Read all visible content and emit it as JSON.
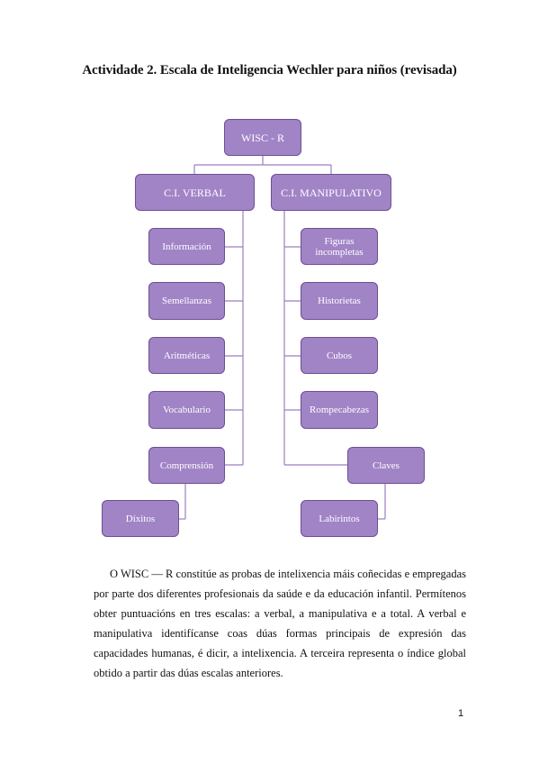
{
  "title": "Actividade 2. Escala de Inteligencia Wechler para niños (revisada)",
  "diagram": {
    "root": "WISC - R",
    "verbal": {
      "label": "C.I. VERBAL",
      "items": [
        "Información",
        "Semellanzas",
        "Aritméticas",
        "Vocabulario",
        "Comprensión"
      ],
      "extra": "Díxitos"
    },
    "manipulativo": {
      "label": "C.I. MANIPULATIVO",
      "items": [
        "Figuras incompletas",
        "Historietas",
        "Cubos",
        "Rompecabezas",
        "Claves"
      ],
      "extra": "Labirintos"
    },
    "colors": {
      "fill": "#a184c6",
      "border": "#6d4f93",
      "line": "#9b7fc0"
    }
  },
  "paragraph": "O WISC — R constitúe as probas de intelixencia máis coñecidas e empregadas por parte dos diferentes profesionais da saúde e da educación infantil. Permítenos obter puntuacións en tres escalas: a verbal, a manipulativa e a total. A verbal e manipulativa identifícanse coas dúas formas principais de expresión das capacidades humanas, é dicir, a intelixencia. A terceira representa o índice global obtido a partir das dúas escalas anteriores.",
  "page_number": "1"
}
